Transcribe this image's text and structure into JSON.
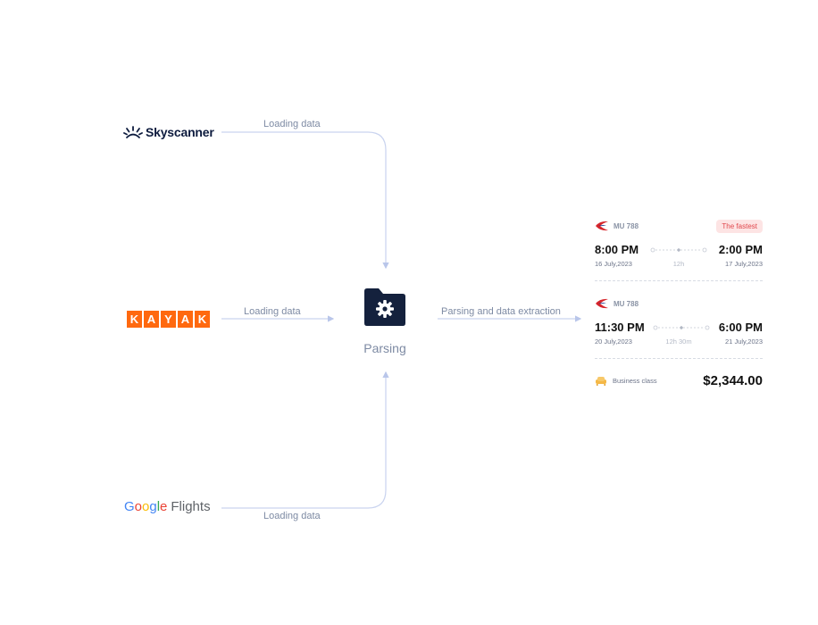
{
  "sources": {
    "skyscanner": "Skyscanner",
    "kayak": [
      "K",
      "A",
      "Y",
      "A",
      "K"
    ],
    "google_flights": {
      "google": [
        "G",
        "o",
        "o",
        "g",
        "l",
        "e"
      ],
      "flights": "Flights"
    }
  },
  "edges": {
    "top": "Loading data",
    "middle": "Loading data",
    "bottom": "Loading data",
    "output": "Parsing and data extraction"
  },
  "center": {
    "label": "Parsing",
    "icon": "gear-folder-icon"
  },
  "card": {
    "segments": [
      {
        "flight": "MU 788",
        "badge": "The fastest",
        "depart_time": "8:00 PM",
        "arrive_time": "2:00 PM",
        "depart_date": "16 July,2023",
        "arrive_date": "17 July,2023",
        "duration": "12h"
      },
      {
        "flight": "MU 788",
        "depart_time": "11:30 PM",
        "arrive_time": "6:00 PM",
        "depart_date": "20 July,2023",
        "arrive_date": "21 July,2023",
        "duration": "12h 30m"
      }
    ],
    "class": "Business class",
    "price": "$2,344.00"
  },
  "colors": {
    "connector": "#c9d3ef",
    "folder": "#14213d",
    "kayak": "#ff690f",
    "badge_bg": "#fde4e4",
    "badge_text": "#e0474c",
    "airline_red": "#d6252b",
    "airline_blue": "#1b3a8f",
    "seat": "#f5b845"
  }
}
